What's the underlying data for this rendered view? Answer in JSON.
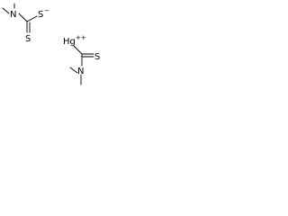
{
  "molecule": {
    "atoms": {
      "n1": "N",
      "s1_single": "S",
      "s1_charge": "−",
      "s1_double": "S",
      "hg": "Hg",
      "hg_charge": "++",
      "s2_double": "S",
      "n2": "N"
    },
    "colors": {
      "ink": "#000000",
      "background": "#ffffff"
    }
  }
}
